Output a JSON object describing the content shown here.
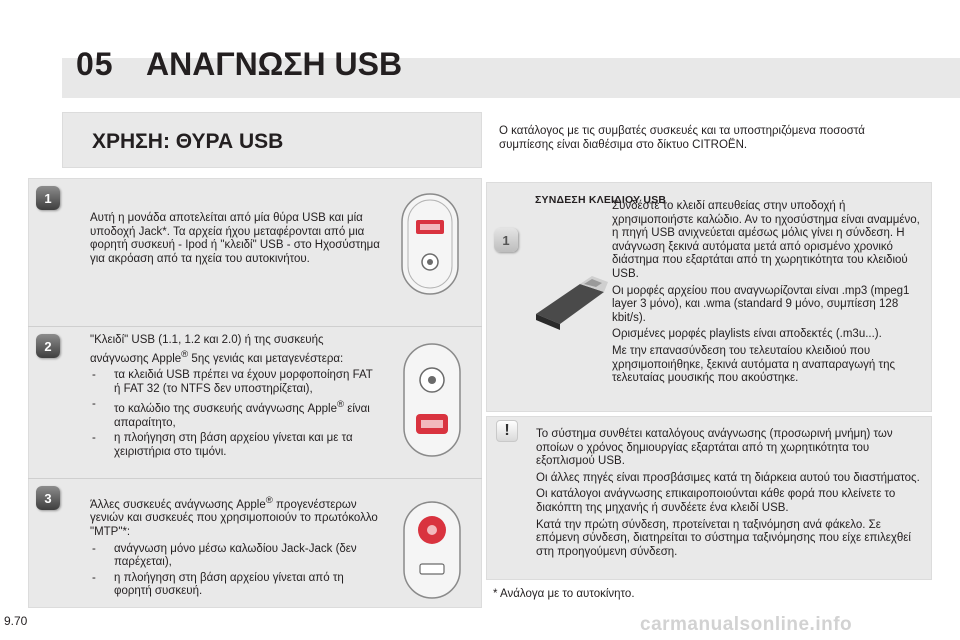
{
  "header": {
    "chapter_number": "05",
    "chapter_title": "ΑΝΑΓΝΩΣΗ USB"
  },
  "section_title": "ΧΡΗΣΗ: ΘΥΡΑ USB",
  "intro_text": "Ο κατάλογος με τις συμβατές συσκευές και τα υποστηριζόμενα ποσοστά συμπίεσης είναι διαθέσιμα στο δίκτυο CITROËN.",
  "left_column": {
    "step1": {
      "number": "1",
      "text": "Αυτή η μονάδα αποτελείται από μία θύρα USB και μία υποδοχή Jack*. Τα αρχεία ήχου μεταφέρονται από μια φορητή συσκευή - Ipod ή \"κλειδί\" USB - στο Ηχοσύστημα για ακρόαση από τα ηχεία του αυτοκινήτου."
    },
    "step2": {
      "number": "2",
      "text_before_sup": "\"Κλειδί\" USB (1.1, 1.2 και 2.0) ή της συσκευής ανάγνωσης Apple",
      "sup": "®",
      "text_after_sup": " 5ης γενιάς και μεταγενέστερα:",
      "bullets": [
        {
          "dash": "-",
          "text": "τα κλειδιά USB πρέπει να έχουν μορφοποίηση FAT ή FAT 32 (το NTFS δεν υποστηρίζεται),"
        },
        {
          "dash": "-",
          "text": "το καλώδιο της συσκευής ανάγνωσης Apple",
          "sup": "®",
          "text_after": " είναι απαραίτητο,"
        },
        {
          "dash": "-",
          "text": "η πλοήγηση στη βάση αρχείου γίνεται και με τα χειριστήρια στο τιμόνι."
        }
      ]
    },
    "step3": {
      "number": "3",
      "text_before_sup": "Άλλες συσκευές ανάγνωσης Apple",
      "sup": "®",
      "text_after_sup": " προγενέστερων γενιών και συσκευές που χρησιμοποιούν το πρωτόκολλο \"MTP\"*:",
      "bullets": [
        {
          "dash": "-",
          "text": "ανάγνωση μόνο μέσω καλωδίου Jack-Jack (δεν παρέχεται),"
        },
        {
          "dash": "-",
          "text": "η πλοήγηση στη βάση αρχείου γίνεται από τη φορητή συσκευή."
        }
      ]
    }
  },
  "right_column": {
    "subtitle": "ΣΥΝΔΕΣΗ ΚΛΕΙΔΙΟΥ USB",
    "step1": {
      "number": "1",
      "paragraphs": [
        "Συνδέστε το κλειδί απευθείας στην υποδοχή ή χρησιμοποιήστε καλώδιο. Αν το ηχοσύστημα είναι αναμμένο, η πηγή USB ανιχνεύεται αμέσως μόλις γίνει η σύνδεση. Η ανάγνωση ξεκινά αυτόματα μετά από ορισμένο χρονικό διάστημα που εξαρτάται από τη χωρητικότητα του κλειδιού USB.",
        "Οι μορφές αρχείου που αναγνωρίζονται είναι .mp3 (mpeg1 layer 3 μόνο), και .wma (standard 9 μόνο, συμπίεση 128 kbit/s).",
        "Ορισμένες μορφές playlists είναι αποδεκτές (.m3u...).",
        "Με την επανασύνδεση του τελευταίου κλειδιού που χρησιμοποιήθηκε, ξεκινά αυτόματα η αναπαραγωγή της τελευταίας μουσικής που ακούστηκε."
      ]
    },
    "warning": {
      "symbol": "!",
      "paragraphs": [
        "Το σύστημα συνθέτει καταλόγους ανάγνωσης (προσωρινή μνήμη) των οποίων ο χρόνος δημιουργίας εξαρτάται από τη χωρητικότητα του εξοπλισμού USB.",
        "Οι άλλες πηγές είναι προσβάσιμες κατά τη διάρκεια αυτού του διαστήματος.",
        "Οι κατάλογοι ανάγνωσης επικαιροποιούνται κάθε φορά που κλείνετε το διακόπτη της μηχανής ή συνδέετε ένα κλειδί USB.",
        "Κατά την πρώτη σύνδεση, προτείνεται η ταξινόμηση ανά φάκελο. Σε επόμενη σύνδεση, διατηρείται το σύστημα ταξινόμησης που είχε επιλεχθεί στη προηγούμενη σύνδεση."
      ]
    },
    "footnote": "* Ανάλογα με το αυτοκίνητο."
  },
  "page_number": "9.70",
  "watermark": "carmanualsonline.info",
  "colors": {
    "panel_bg": "#e9e9e9",
    "accent_red": "#d9333f",
    "text": "#231f20"
  }
}
